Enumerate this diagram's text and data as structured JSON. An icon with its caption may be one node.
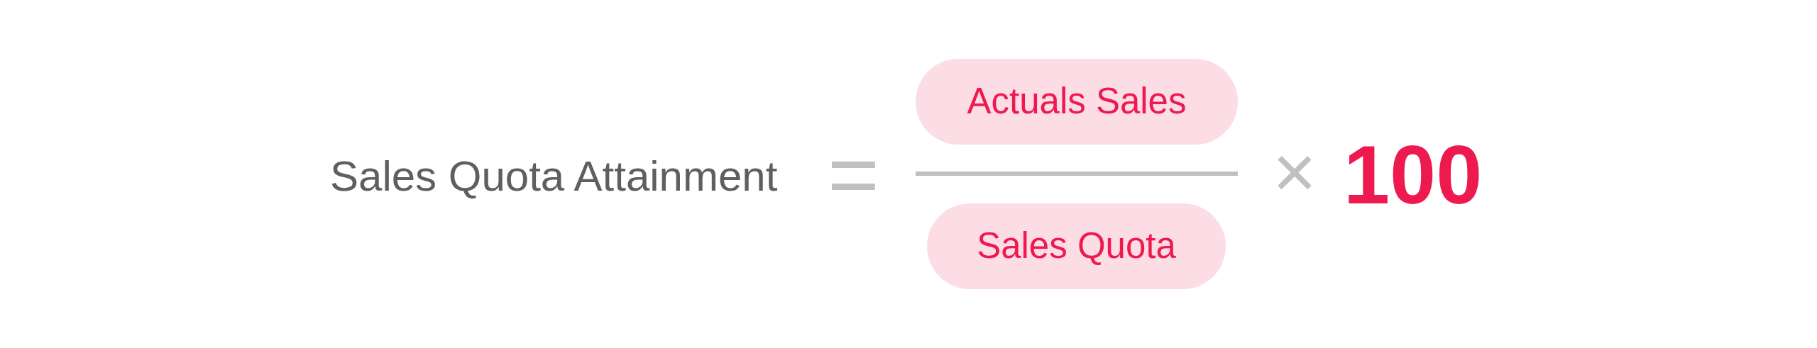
{
  "diagram": {
    "nodes": [
      {
        "text": [
          "Actuals Sales"
        ]
      },
      {
        "text": [
          "Sales Quota"
        ]
      }
    ],
    "labels": [
      "Sales Quota Attainment",
      "=",
      "×",
      "100"
    ]
  }
}
